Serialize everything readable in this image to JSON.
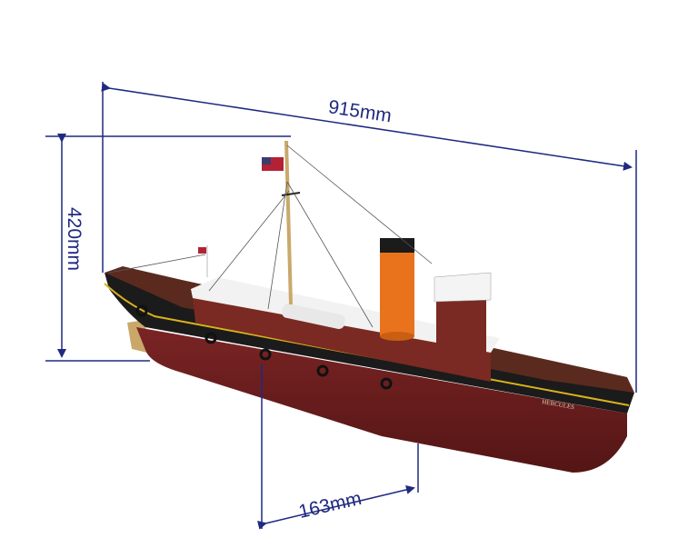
{
  "dimensions": {
    "length": "915mm",
    "height": "420mm",
    "beam": "163mm"
  },
  "ship": {
    "hull_name": "HERCULES"
  },
  "colors": {
    "dimension_lines": "#1f2a80",
    "hull_red": "#6e1e1e",
    "hull_black": "#1b1b1b",
    "stripe_yellow": "#d9b21e",
    "funnel_orange": "#e8731c",
    "deckhouse_brown": "#7a2a22",
    "deck_white": "#f2f2f2"
  }
}
